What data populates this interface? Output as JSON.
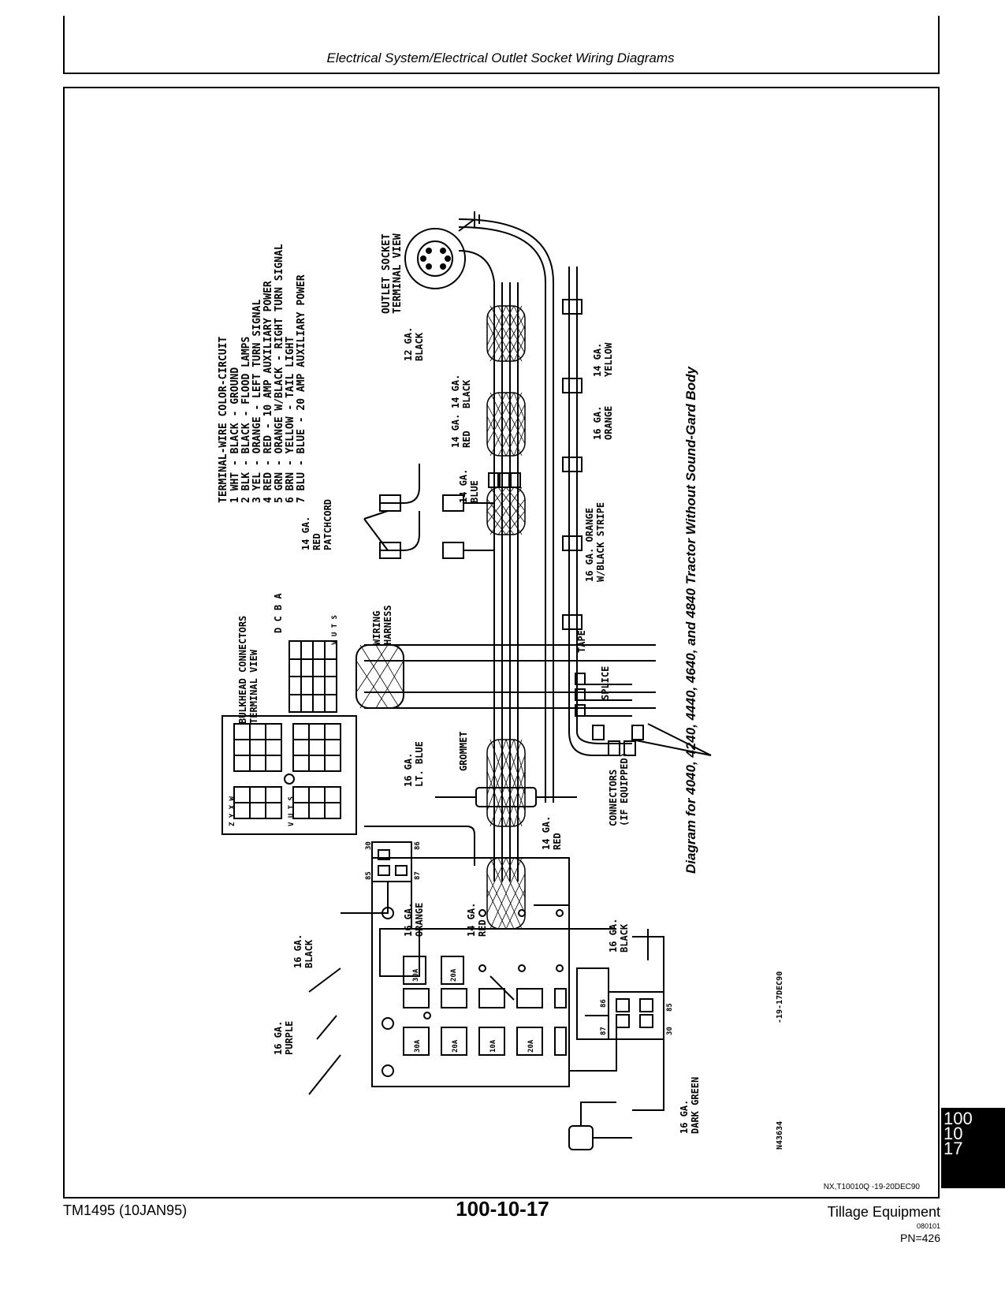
{
  "header": {
    "title": "Electrical System/Electrical Outlet Socket Wiring Diagrams"
  },
  "diagram": {
    "caption": "Diagram for 4040, 4240, 4440, 4640, and 4840 Tractor Without Sound-Gard Body",
    "legend_title": "TERMINAL-WIRE COLOR-CIRCUIT",
    "legend": [
      "1 WHT - BLACK - GROUND",
      "2 BLK - BLACK - FLOOD LAMPS",
      "3 YEL - ORANGE - LEFT TURN SIGNAL",
      "4 RED - RED - 10 AMP AUXILIARY POWER",
      "5 GRN - ORANGE W/BLACK - RIGHT TURN SIGNAL",
      "6 BRN - YELLOW - TAIL LIGHT",
      "7 BLU - BLUE - 20 AMP AUXILIARY POWER"
    ],
    "labels": {
      "outlet_socket": "OUTLET SOCKET",
      "terminal_view": "TERMINAL VIEW",
      "w12_black_a": "12 GA.",
      "w12_black_b": "BLACK",
      "w14_black_a": "14 GA.",
      "w14_black_b": "BLACK",
      "w14_yellow_a": "14 GA.",
      "w14_yellow_b": "YELLOW",
      "w14_red_a": "14 GA.",
      "w14_red_b": "RED",
      "w16_orange_a": "16 GA.",
      "w16_orange_b": "ORANGE",
      "w14_blue_a": "14 GA.",
      "w14_blue_b": "BLUE",
      "patchcord_a": "14 GA.",
      "patchcord_b": "RED",
      "patchcord_c": "PATCHCORD",
      "w16_orange_stripe_a": "16 GA. ORANGE",
      "w16_orange_stripe_b": "W/BLACK STRIPE",
      "wiring_harness_a": "WIRING",
      "wiring_harness_b": "HARNESS",
      "tape": "TAPE",
      "splice": "SPLICE",
      "bulkhead_a": "BULKHEAD CONNECTORS",
      "bulkhead_b": "TERMINAL VIEW",
      "w16_ltblue_a": "16 GA.",
      "w16_ltblue_b": "LT. BLUE",
      "grommet": "GROMMET",
      "connectors_a": "CONNECTORS",
      "connectors_b": "(IF EQUIPPED)",
      "w14_red2_a": "14 GA.",
      "w14_red2_b": "RED",
      "w16_black_a": "16 GA.",
      "w16_black_b": "BLACK",
      "w16_orange2_a": "16 GA.",
      "w16_orange2_b": "ORANGE",
      "w14_red3_a": "14 GA.",
      "w14_red3_b": "RED",
      "w16_black2_a": "16 GA.",
      "w16_black2_b": "BLACK",
      "w16_purple_a": "16 GA.",
      "w16_purple_b": "PURPLE",
      "w16_dkgreen_a": "16 GA.",
      "w16_dkgreen_b": "DARK GREEN",
      "fuse_30a": "30A",
      "fuse_20a": "20A",
      "fuse_10a": "10A",
      "relay_85": "85",
      "relay_86": "86",
      "relay_87": "87",
      "relay_30": "30",
      "fig_code": "N43634",
      "fig_date": "-19-17DEC90",
      "bulkhead_letters_top": "D C B A",
      "bulkhead_letters_right": "V U T S",
      "bulkhead2_letters_left": "Z Y X W",
      "bulkhead2_letters_right": "V U T S"
    }
  },
  "footer": {
    "ref_code": "NX,T10010Q     -19-20DEC90",
    "doc_code": "TM1495 (10JAN95)",
    "page_number": "100-10-17",
    "section": "Tillage Equipment",
    "small_code": "080101",
    "pn": "PN=426",
    "tab": [
      "100",
      "10",
      "17"
    ]
  }
}
